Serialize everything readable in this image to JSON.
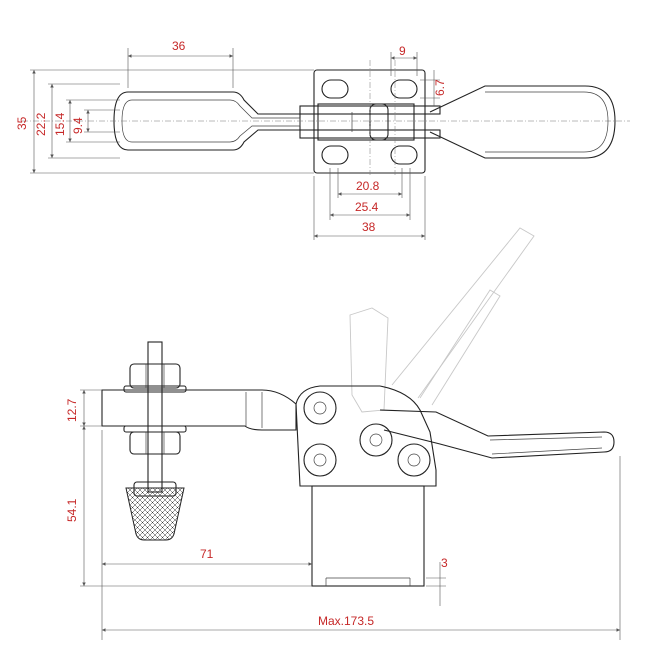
{
  "drawing": {
    "top_view": {
      "dims": {
        "width_36": "36",
        "width_9": "9",
        "height_35": "35",
        "height_22_2": "22.2",
        "height_15_4": "15.4",
        "height_9_4": "9.4",
        "hole_6_7": "6.7",
        "spacing_20_8": "20.8",
        "spacing_25_4": "25.4",
        "base_38": "38"
      }
    },
    "side_view": {
      "dims": {
        "height_12_7": "12.7",
        "height_54_1": "54.1",
        "reach_71": "71",
        "thickness_3": "3",
        "overall_length": "Max.173.5"
      }
    }
  }
}
